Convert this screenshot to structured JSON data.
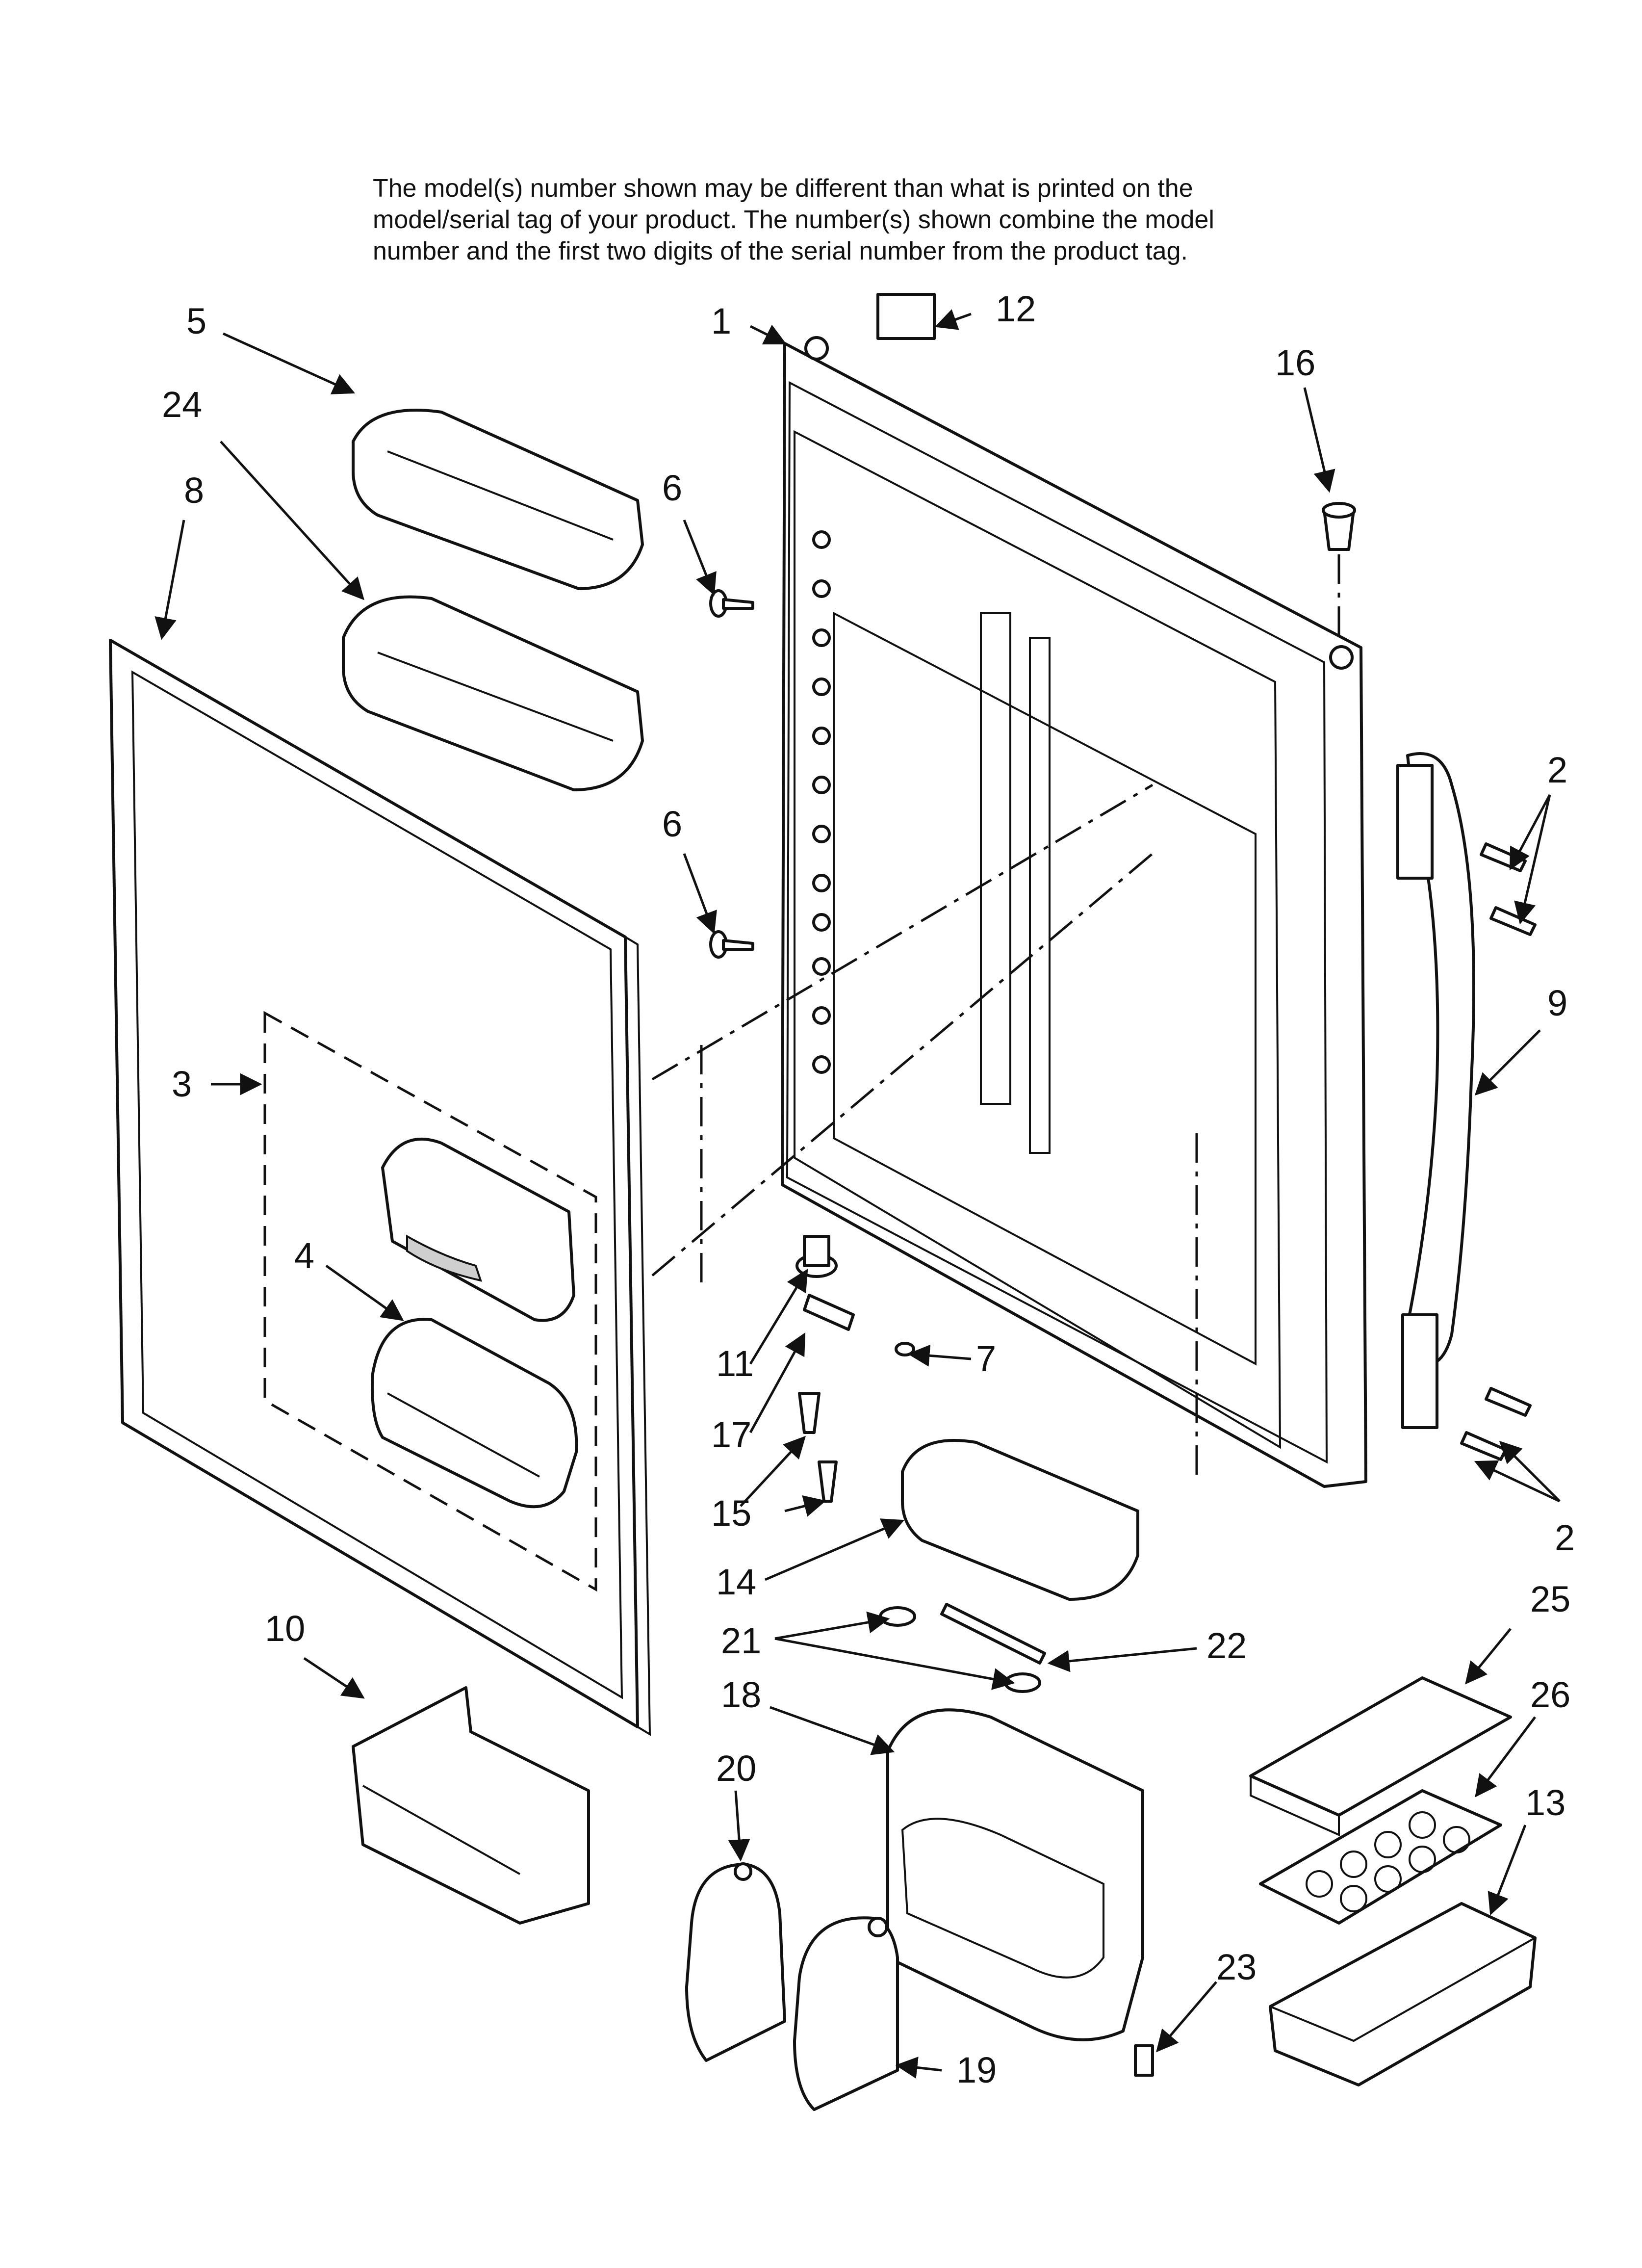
{
  "note": {
    "lines": [
      "The model(s) number shown may be different than what is printed on the",
      "model/serial tag of your product. The number(s) shown combine the model",
      "number and the first two digits of the serial number from the product tag."
    ]
  },
  "callouts": {
    "c1": "1",
    "c2a": "2",
    "c2b": "2",
    "c3": "3",
    "c4": "4",
    "c5": "5",
    "c6a": "6",
    "c6b": "6",
    "c7": "7",
    "c8": "8",
    "c9": "9",
    "c10": "10",
    "c11": "11",
    "c12": "12",
    "c13": "13",
    "c14": "14",
    "c15": "15",
    "c16": "16",
    "c17": "17",
    "c18": "18",
    "c19": "19",
    "c20": "20",
    "c21": "21",
    "c22": "22",
    "c23": "23",
    "c24": "24",
    "c25": "25",
    "c26": "26"
  }
}
